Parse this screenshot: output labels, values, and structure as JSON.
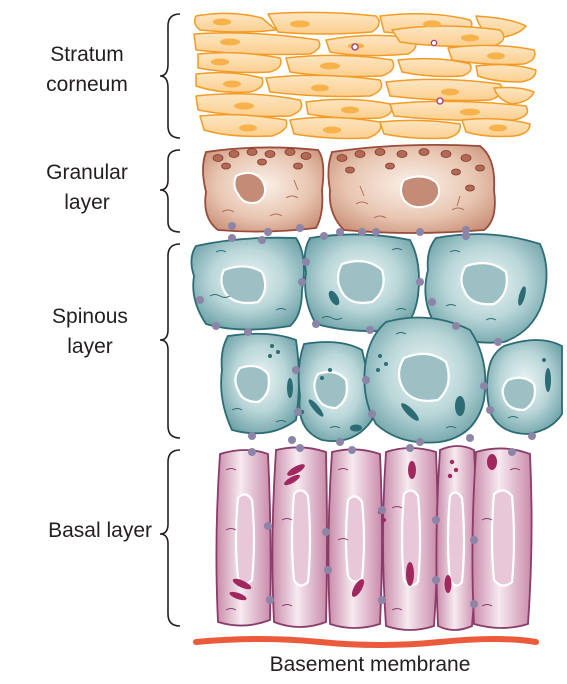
{
  "labels": {
    "stratum_corneum": [
      "Stratum",
      "corneum"
    ],
    "granular_layer": [
      "Granular",
      "layer"
    ],
    "spinous_layer": [
      "Spinous",
      "layer"
    ],
    "basal_layer": "Basal layer",
    "basement_membrane": "Basement membrane"
  },
  "colors": {
    "corneum_fill": "#fcd9a4",
    "corneum_stroke": "#f29b26",
    "granular_fill": "#e8c3ae",
    "granular_stroke": "#9a4b3a",
    "spinous_fill": "#9fc4c8",
    "spinous_stroke": "#2c6c75",
    "basal_fill": "#e6c7d6",
    "basal_stroke": "#8a3d6a",
    "membrane": "#ec5a3c",
    "desmosome": "#8c85a8",
    "bracket": "#231f20"
  }
}
